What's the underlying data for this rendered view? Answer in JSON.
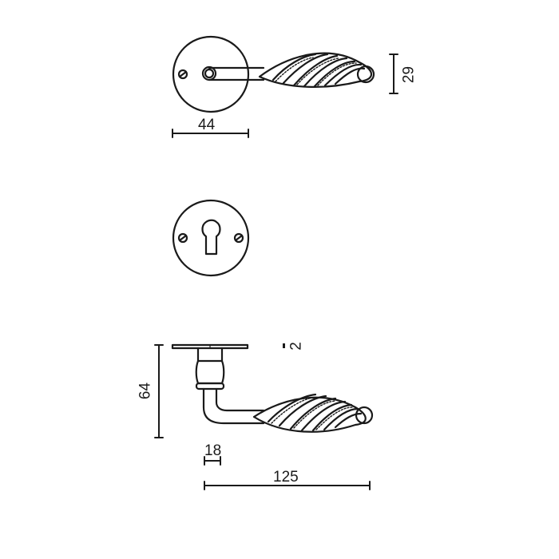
{
  "drawing": {
    "title": "Door lever handle technical drawing",
    "line_color": "#1a1a1a",
    "background": "#ffffff"
  },
  "views": {
    "front_handle": {
      "dimensions": {
        "rose_diameter": "44",
        "handle_height": "29"
      }
    },
    "keyhole_escutcheon": {
      "shape": "round rose with keyhole and two screws"
    },
    "side_profile": {
      "dimensions": {
        "projection": "64",
        "neck_width": "18",
        "length": "125",
        "rose_thickness": "2"
      }
    }
  }
}
